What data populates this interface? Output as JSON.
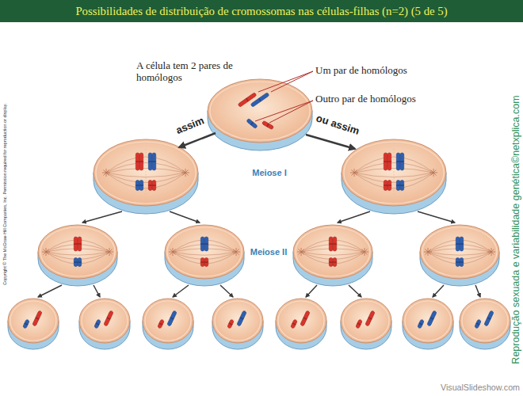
{
  "diagram": {
    "title": "Possibilidades de distribuição de cromossomas nas células-filhas (n=2) (5 de 5)",
    "labels": [
      "A célula tem 2 pares de homólogos",
      "Um par de homólogos",
      "Outro par de homólogos",
      "assim",
      "ou assim",
      "Meiose I",
      "Meiose II",
      "Copyright © The McGraw-Hill Companies, Inc. Permission required for reproduction or display.",
      "Reprodução sexuada e variabilidade genética©netxplica.com",
      "VisualSlideshow.com"
    ]
  }
}
